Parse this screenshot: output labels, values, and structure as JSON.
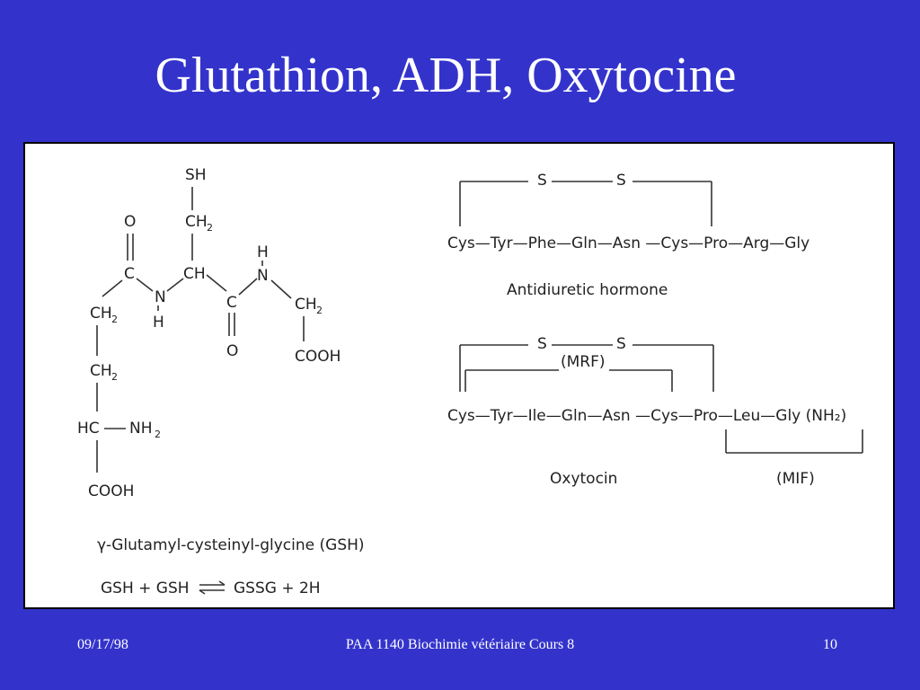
{
  "slide": {
    "title": "Glutathion, ADH, Oxytocine"
  },
  "glutathione": {
    "sh": "SH",
    "ch2_top": "CH",
    "o_left": "O",
    "c_left": "C",
    "n_left": "N",
    "h_left": "H",
    "ch_center": "CH",
    "h_right": "H",
    "n_right": "N",
    "c_right": "C",
    "o_right": "O",
    "ch2_right": "CH",
    "cooh_right": "COOH",
    "ch2_chain1": "CH",
    "ch2_chain2": "CH",
    "hc": "HC",
    "nh2": "NH",
    "cooh_bottom": "COOH",
    "sub2": "2",
    "name_line": "γ-Glutamyl-cysteinyl-glycine (GSH)",
    "reaction_left": "GSH + GSH",
    "reaction_right": "GSSG + 2H"
  },
  "adh": {
    "s1": "S",
    "s2": "S",
    "sequence": "Cys—Tyr—Phe—Gln—Asn —Cys—Pro—Arg—Gly",
    "label": "Antidiuretic hormone"
  },
  "oxytocin": {
    "s1": "S",
    "s2": "S",
    "mrf": "(MRF)",
    "sequence": "Cys—Tyr—Ile—Gln—Asn —Cys—Pro—Leu—Gly (NH₂)",
    "label": "Oxytocin",
    "mif": "(MIF)"
  },
  "footer": {
    "date": "09/17/98",
    "course": "PAA 1140 Biochimie vétériaire Cours 8",
    "page": "10"
  }
}
